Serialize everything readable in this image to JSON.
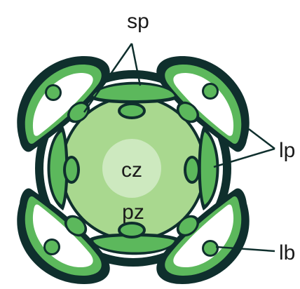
{
  "labels": {
    "sp": "sp",
    "lp": "lp",
    "lb": "lb",
    "cz": "cz",
    "pz": "pz"
  },
  "colors": {
    "outline": "#0f2f2d",
    "petal_fill": "#5cb85c",
    "petal_fill_light": "#8fd18f",
    "meristem_outer": "#a9d88f",
    "meristem_inner": "#cde9bf",
    "lateral_bg": "#ffffff",
    "background": "#ffffff"
  }
}
